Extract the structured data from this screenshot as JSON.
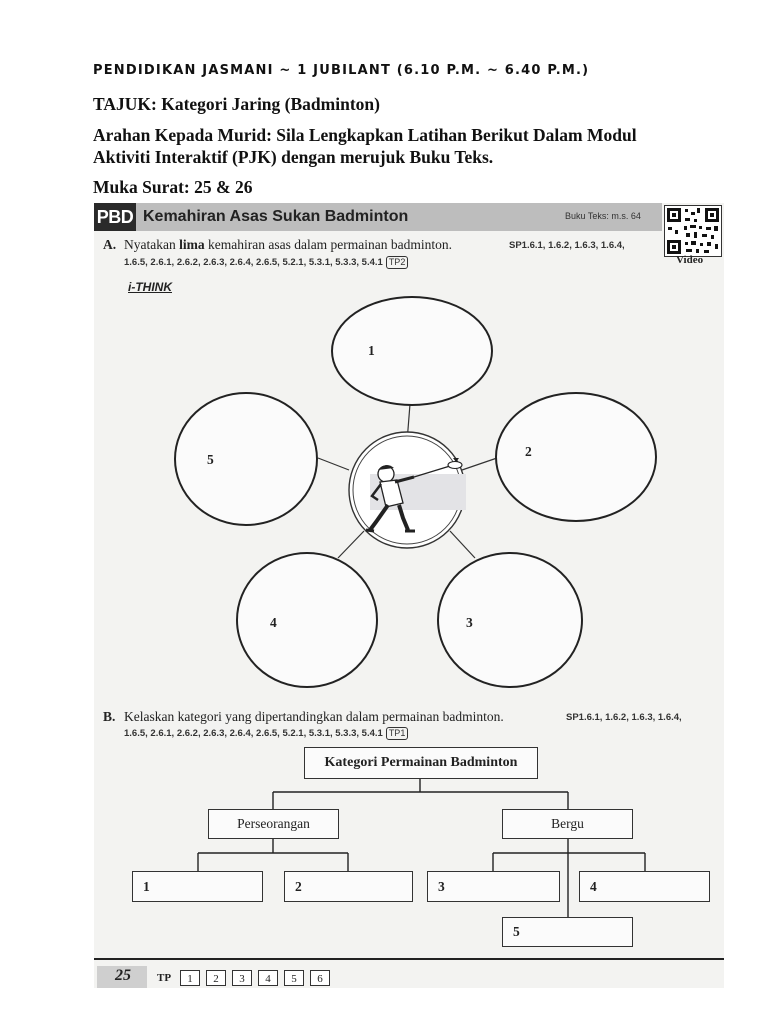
{
  "header": {
    "title": "PENDIDIKAN JASMANI ~ 1 JUBILANT (6.10 P.M. ~ 6.40 P.M.)",
    "tajuk": "TAJUK: Kategori Jaring (Badminton)",
    "arahan_line1": "Arahan Kepada Murid: Sila Lengkapkan Latihan Berikut Dalam Modul",
    "arahan_line2": "Aktiviti Interaktif (PJK) dengan merujuk Buku Teks.",
    "muka_surat": "Muka Surat: 25 & 26"
  },
  "worksheet": {
    "badge": "PBD",
    "title": "Kemahiran Asas Sukan Badminton",
    "book_ref": "Buku Teks: m.s. 64",
    "video_label": "Video",
    "section_a": {
      "label": "A.",
      "text_before": "Nyatakan ",
      "text_bold": "lima",
      "text_after": " kemahiran asas dalam permainan badminton.",
      "sp_line1": "SP1.6.1, 1.6.2, 1.6.3, 1.6.4,",
      "sp_line2": "1.6.5, 2.6.1, 2.6.2, 2.6.3, 2.6.4, 2.6.5, 5.2.1, 5.3.1, 5.3.3, 5.4.1",
      "tp": "TP2",
      "ithink": "i-THINK",
      "circles": [
        "1",
        "2",
        "3",
        "4",
        "5"
      ]
    },
    "section_b": {
      "label": "B.",
      "text": "Kelaskan kategori yang dipertandingkan dalam permainan badminton.",
      "sp_line1": "SP1.6.1, 1.6.2, 1.6.3, 1.6.4,",
      "sp_line2": "1.6.5, 2.6.1, 2.6.2, 2.6.3, 2.6.4, 2.6.5, 5.2.1, 5.3.1, 5.3.3, 5.4.1",
      "tp": "TP1",
      "root": "Kategori Permainan Badminton",
      "left_branch": "Perseorangan",
      "right_branch": "Bergu",
      "leaves": [
        "1",
        "2",
        "3",
        "4",
        "5"
      ]
    },
    "footer": {
      "page": "25",
      "tp_label": "TP",
      "tp_levels": [
        "1",
        "2",
        "3",
        "4",
        "5",
        "6"
      ]
    }
  }
}
